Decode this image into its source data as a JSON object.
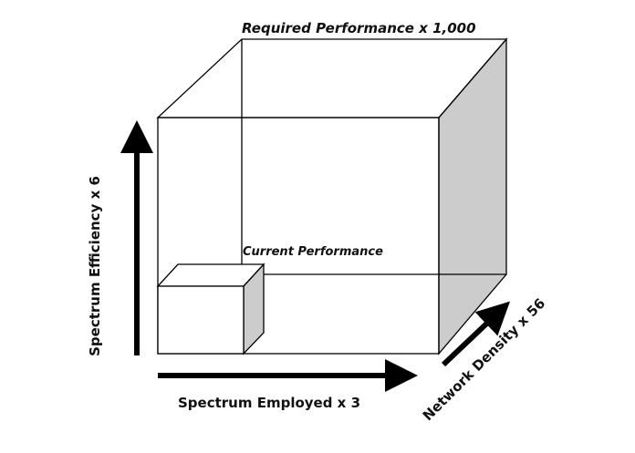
{
  "labels": {
    "required": "Required Performance x  1,000",
    "current": "Current Performance",
    "y_axis": "Spectrum Efficiency x 6",
    "x_axis": "Spectrum Employed x 3",
    "z_axis": "Network Density x 56"
  },
  "colors": {
    "shade": "#cccccc",
    "line": "#000000"
  }
}
